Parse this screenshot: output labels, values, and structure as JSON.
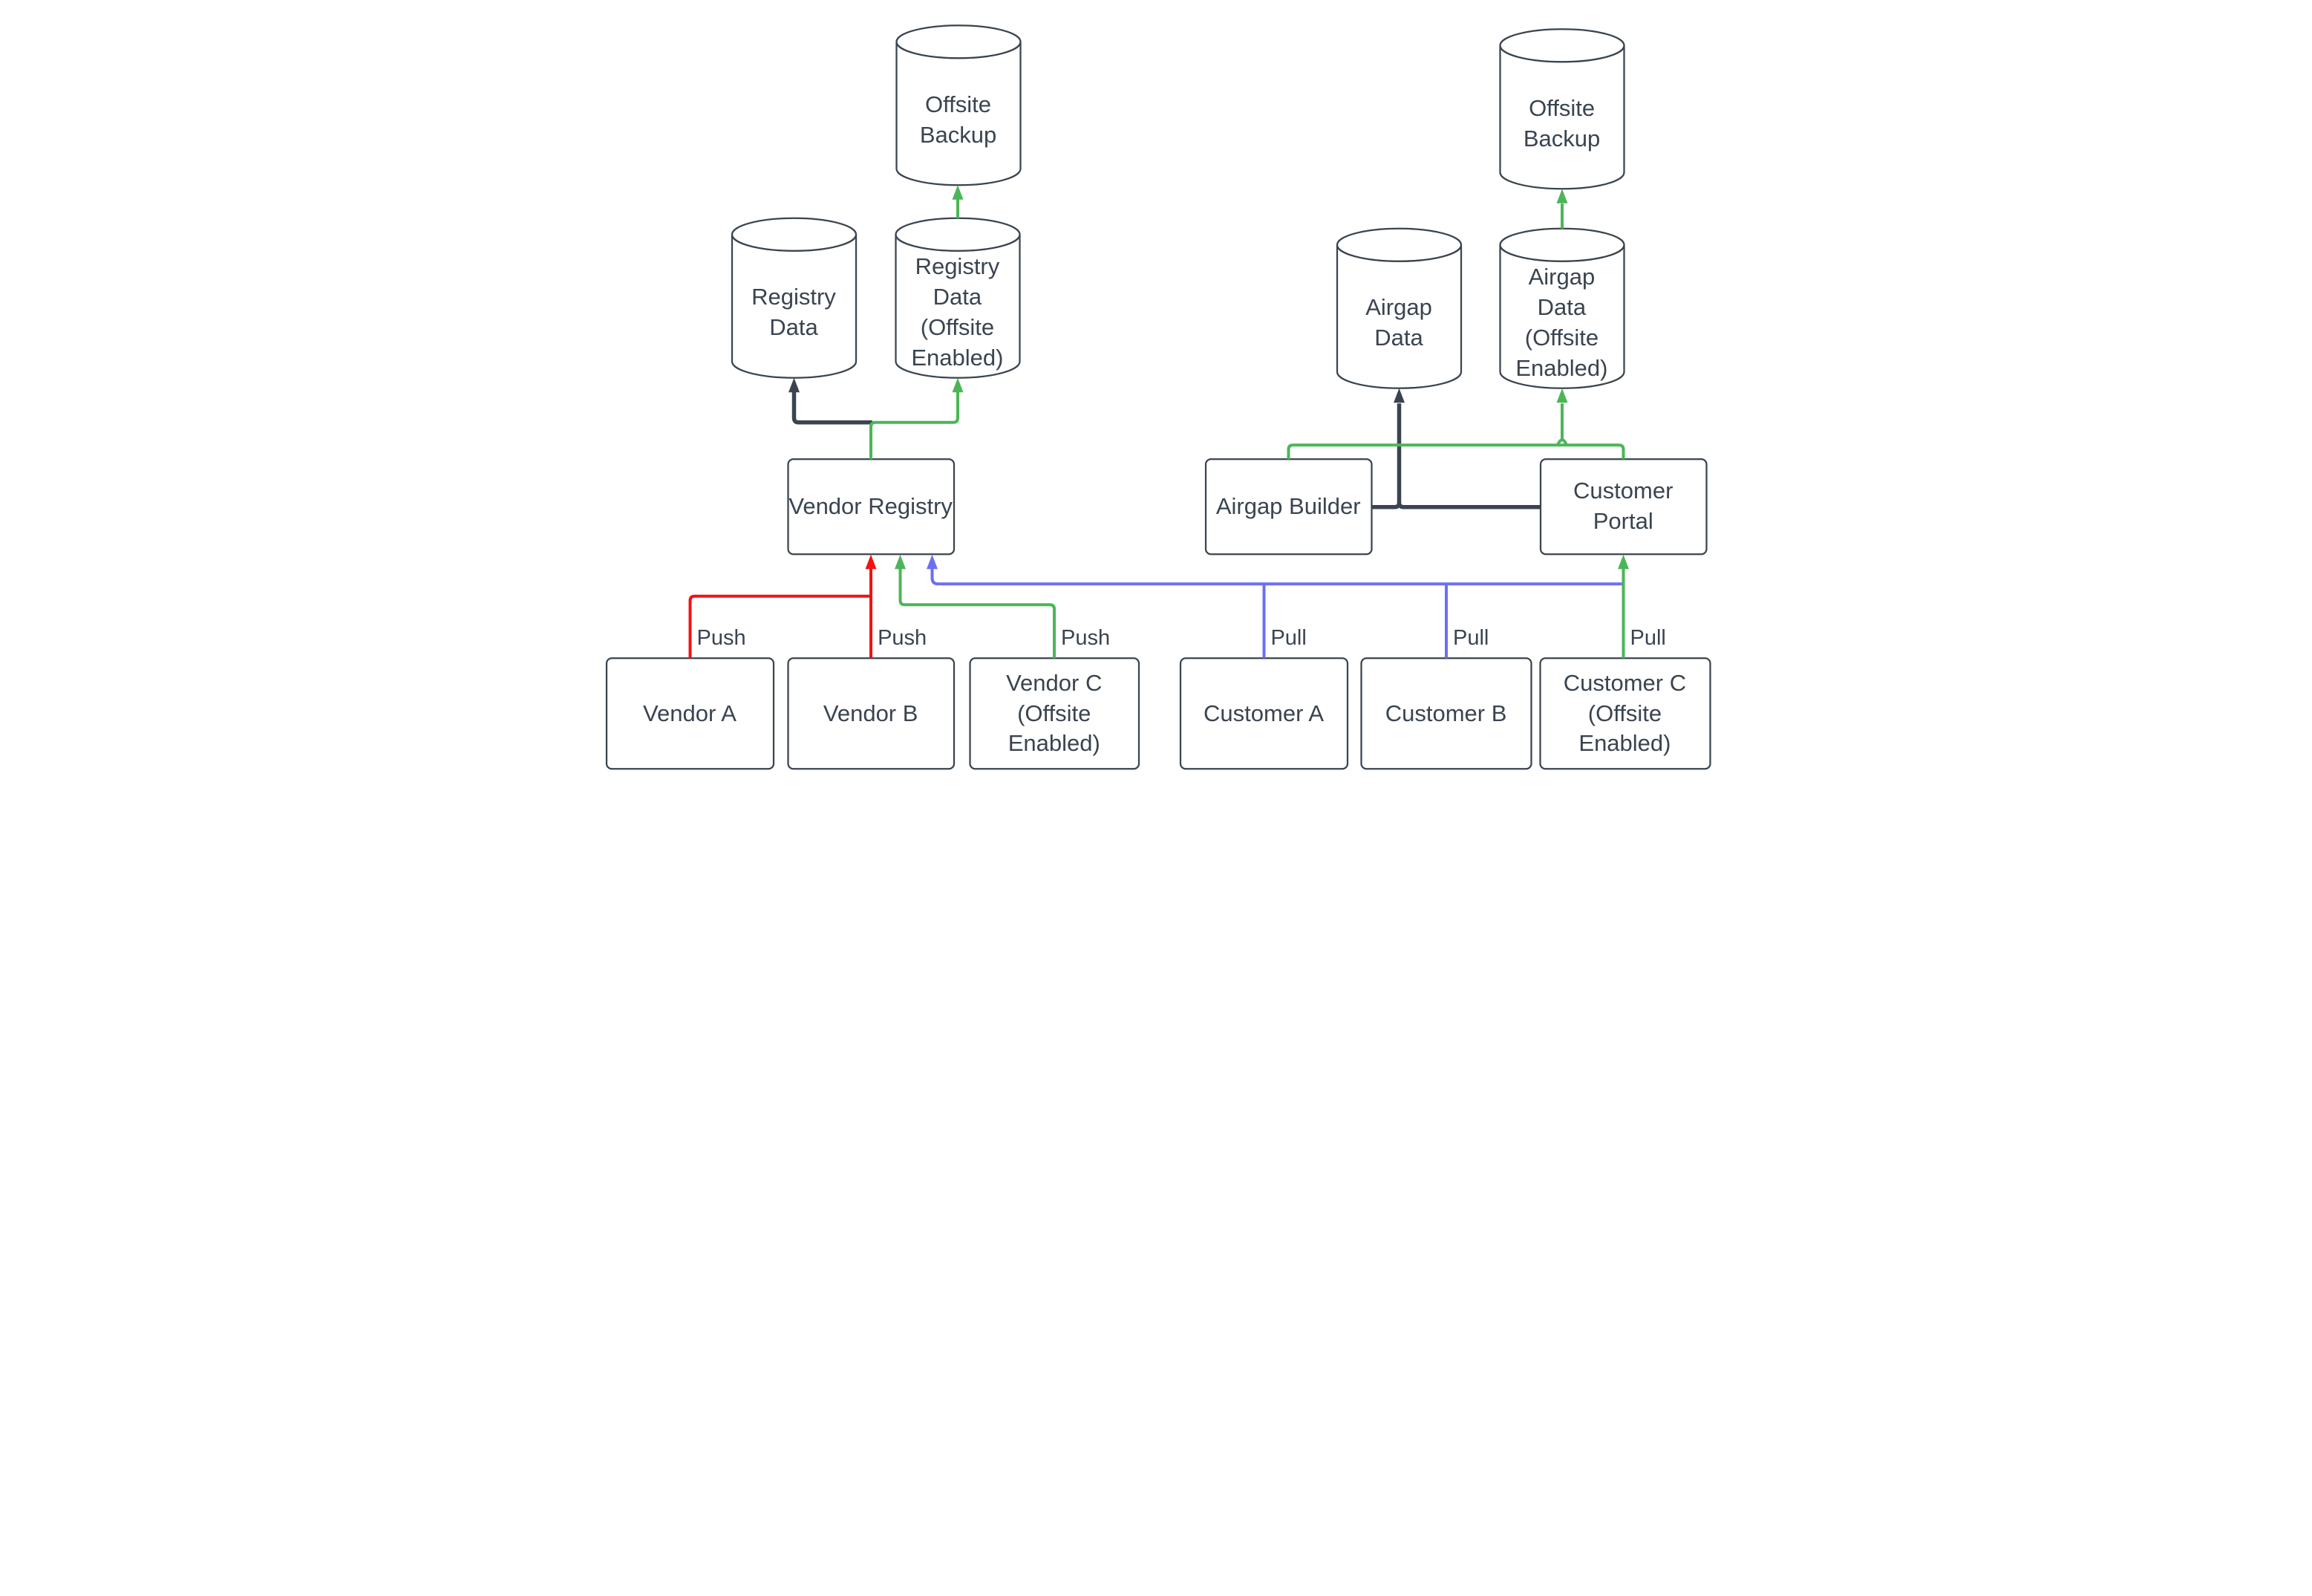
{
  "diagram": {
    "type": "flowchart",
    "colors": {
      "outline": "#3a4450",
      "green": "#4bb657",
      "red": "#f11212",
      "blue": "#6d6ff2",
      "background": "#ffffff"
    },
    "nodes": {
      "offsite_backup_left": {
        "label": "Offsite Backup",
        "shape": "cylinder"
      },
      "offsite_backup_right": {
        "label": "Offsite Backup",
        "shape": "cylinder"
      },
      "registry_data": {
        "label": "Registry Data",
        "shape": "cylinder"
      },
      "registry_data_offsite": {
        "label": "Registry Data (Offsite Enabled)",
        "shape": "cylinder"
      },
      "airgap_data": {
        "label": "Airgap Data",
        "shape": "cylinder"
      },
      "airgap_data_offsite": {
        "label": "Airgap Data (Offsite Enabled)",
        "shape": "cylinder"
      },
      "vendor_registry": {
        "label": "Vendor Registry",
        "shape": "box"
      },
      "airgap_builder": {
        "label": "Airgap Builder",
        "shape": "box"
      },
      "customer_portal": {
        "label": "Customer Portal",
        "shape": "box"
      },
      "vendor_a": {
        "label": "Vendor A",
        "shape": "box"
      },
      "vendor_b": {
        "label": "Vendor B",
        "shape": "box"
      },
      "vendor_c": {
        "label": "Vendor C (Offsite Enabled)",
        "shape": "box"
      },
      "customer_a": {
        "label": "Customer A",
        "shape": "box"
      },
      "customer_b": {
        "label": "Customer B",
        "shape": "box"
      },
      "customer_c": {
        "label": "Customer C (Offsite Enabled)",
        "shape": "box"
      }
    },
    "edge_labels": {
      "vendor_a_push": "Push",
      "vendor_b_push": "Push",
      "vendor_c_push": "Push",
      "customer_a_pull": "Pull",
      "customer_b_pull": "Pull",
      "customer_c_pull": "Pull"
    }
  }
}
